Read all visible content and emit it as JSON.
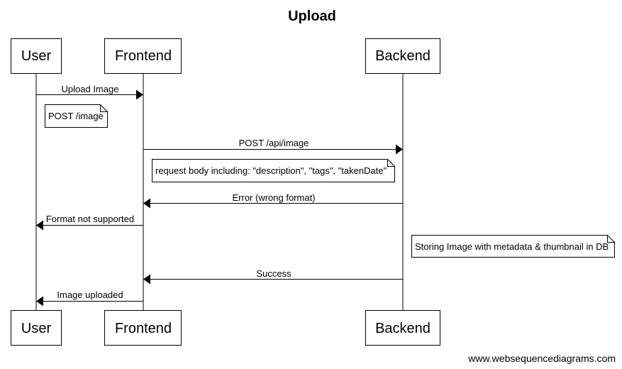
{
  "title": "Upload",
  "participants": [
    {
      "id": "user",
      "label": "User"
    },
    {
      "id": "frontend",
      "label": "Frontend"
    },
    {
      "id": "backend",
      "label": "Backend"
    }
  ],
  "messages": [
    {
      "from": "user",
      "to": "frontend",
      "label": "Upload Image"
    },
    {
      "from": "frontend",
      "to": "backend",
      "label": "POST /api/image"
    },
    {
      "from": "backend",
      "to": "frontend",
      "label": "Error (wrong format)"
    },
    {
      "from": "frontend",
      "to": "user",
      "label": "Format not supported"
    },
    {
      "from": "backend",
      "to": "frontend",
      "label": "Success"
    },
    {
      "from": "frontend",
      "to": "user",
      "label": "Image uploaded"
    }
  ],
  "notes": [
    {
      "label": "POST /image"
    },
    {
      "label": "request body including: \"description\", \"tags\", \"takenDate\""
    },
    {
      "label": "Storing Image with metadata & thumbnail in DB"
    }
  ],
  "watermark": "www.websequencediagrams.com"
}
